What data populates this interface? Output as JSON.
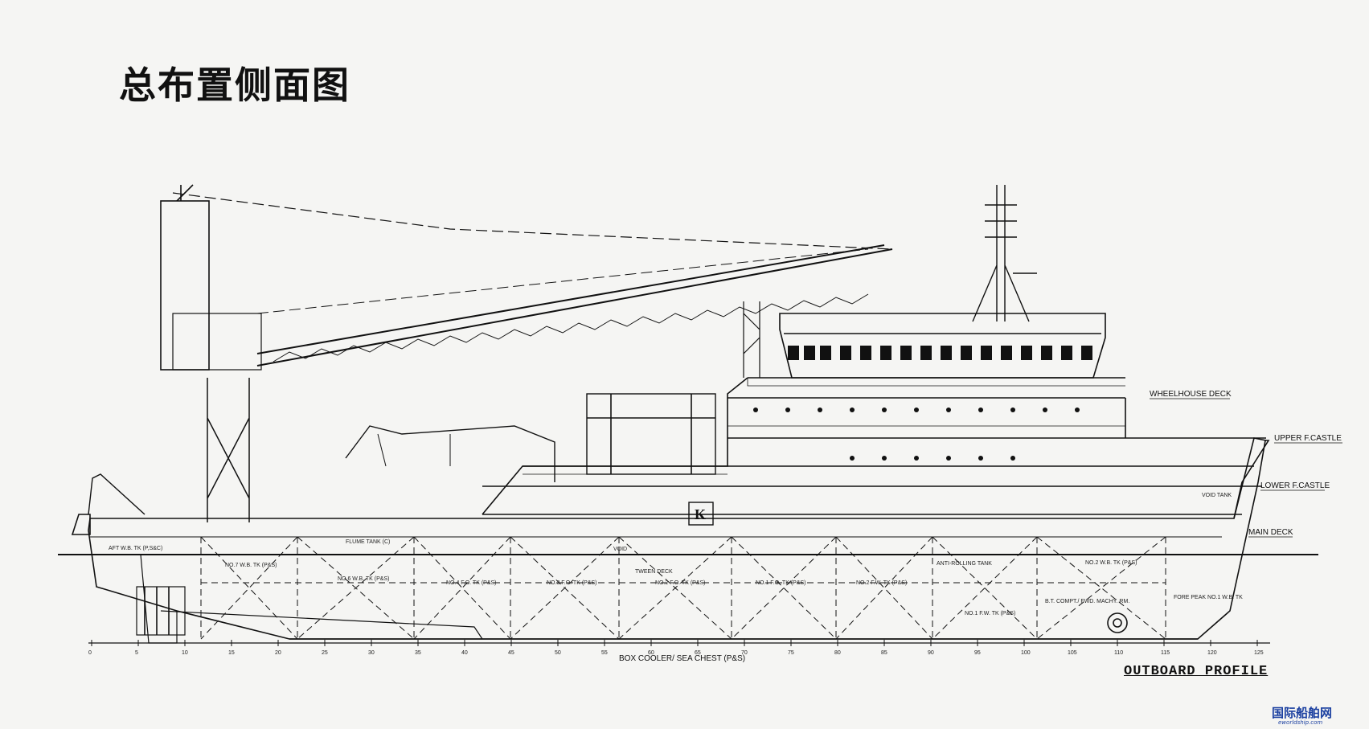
{
  "title": "总布置侧面图",
  "profile_title": "OUTBOARD PROFILE",
  "watermark": {
    "name": "国际船舶网",
    "url": "eworldship.com",
    "color": "#1a3fa0"
  },
  "deck_labels": {
    "wheelhouse": "WHEELHOUSE DECK",
    "upper_fcastle": "UPPER F.CASTLE",
    "lower_fcastle": "LOWER F.CASTLE",
    "main_deck": "MAIN DECK"
  },
  "tank_labels": {
    "aft_wb": "AFT W.B. TK (P,S&C)",
    "flume": "FLUME TANK (C)",
    "no7_wb": "NO.7 W.B. TK (P&S)",
    "no6_wb": "NO.6 W.B. TK (P&S)",
    "no4_fo": "NO.4 F.O. TK (P&S)",
    "no3_fo": "NO.3 F.O. TK (P&S)",
    "void": "VOID",
    "tween_deck": "TWEEN DECK",
    "no2_fo": "NO.2 F.O. TK (P&S)",
    "no1_fo": "NO.1 F.O. TK (P&S)",
    "no2_fw": "NO.2 F.W. TK (P&S)",
    "anti_rolling": "ANTI-ROLLING TANK",
    "no2_wb": "NO.2 W.B. TK (P&S)",
    "bt_comp": "B.T. COMPT./ FWD. MACHY. RM.",
    "no1_fw": "NO.1 F.W. TK (P&S)",
    "fore_peak": "FORE PEAK NO.1 W.B. TK",
    "void_tank": "VOID TANK"
  },
  "box_cooler": "BOX COOLER/ SEA CHEST (P&S)",
  "funnel_mark": "K",
  "frame_ticks": [
    "0",
    "5",
    "10",
    "15",
    "20",
    "25",
    "30",
    "35",
    "40",
    "45",
    "50",
    "55",
    "60",
    "65",
    "70",
    "75",
    "80",
    "85",
    "90",
    "95",
    "100",
    "105",
    "110",
    "115",
    "120",
    "125"
  ]
}
